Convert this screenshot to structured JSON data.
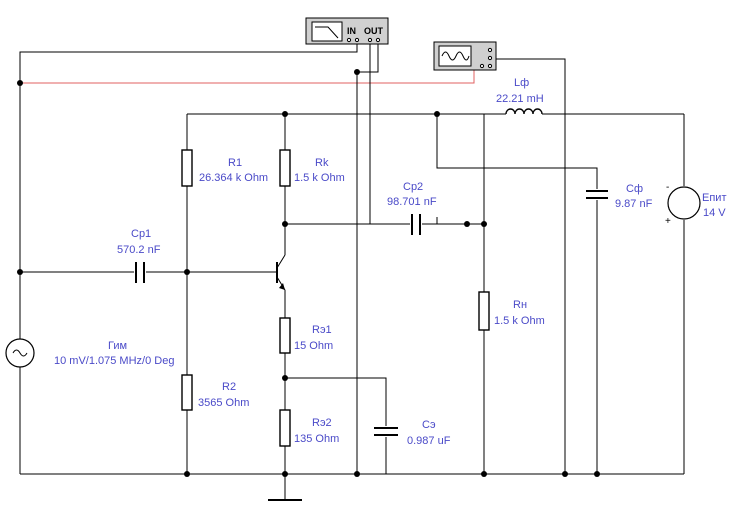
{
  "components": {
    "r1": {
      "name": "R1",
      "value": "26.364 k Ohm"
    },
    "rk": {
      "name": "Rk",
      "value": "1.5 k Ohm"
    },
    "cp2": {
      "name": "Cp2",
      "value": "98.701 nF"
    },
    "lf": {
      "name": "Lф",
      "value": "22.21 mH"
    },
    "cf": {
      "name": "Cф",
      "value": "9.87 nF"
    },
    "epit": {
      "name": "Eпит",
      "value": "14 V"
    },
    "cp1": {
      "name": "Cp1",
      "value": "570.2 nF"
    },
    "gim": {
      "name": "Гим",
      "value": "10 mV/1.075 MHz/0 Deg"
    },
    "r2": {
      "name": "R2",
      "value": "3565 Ohm"
    },
    "re1": {
      "name": "Rэ1",
      "value": "15 Ohm"
    },
    "re2": {
      "name": "Rэ2",
      "value": "135 Ohm"
    },
    "ce": {
      "name": "Cэ",
      "value": "0.987 uF"
    },
    "rn": {
      "name": "Rн",
      "value": "1.5 k Ohm"
    }
  },
  "instruments": {
    "plotter": {
      "in_label": "IN",
      "out_label": "OUT"
    }
  },
  "colors": {
    "wire": "#000000",
    "probe_wire": "#e06060",
    "label": "#4a4ac8",
    "instrument": "#d0d0d0"
  }
}
